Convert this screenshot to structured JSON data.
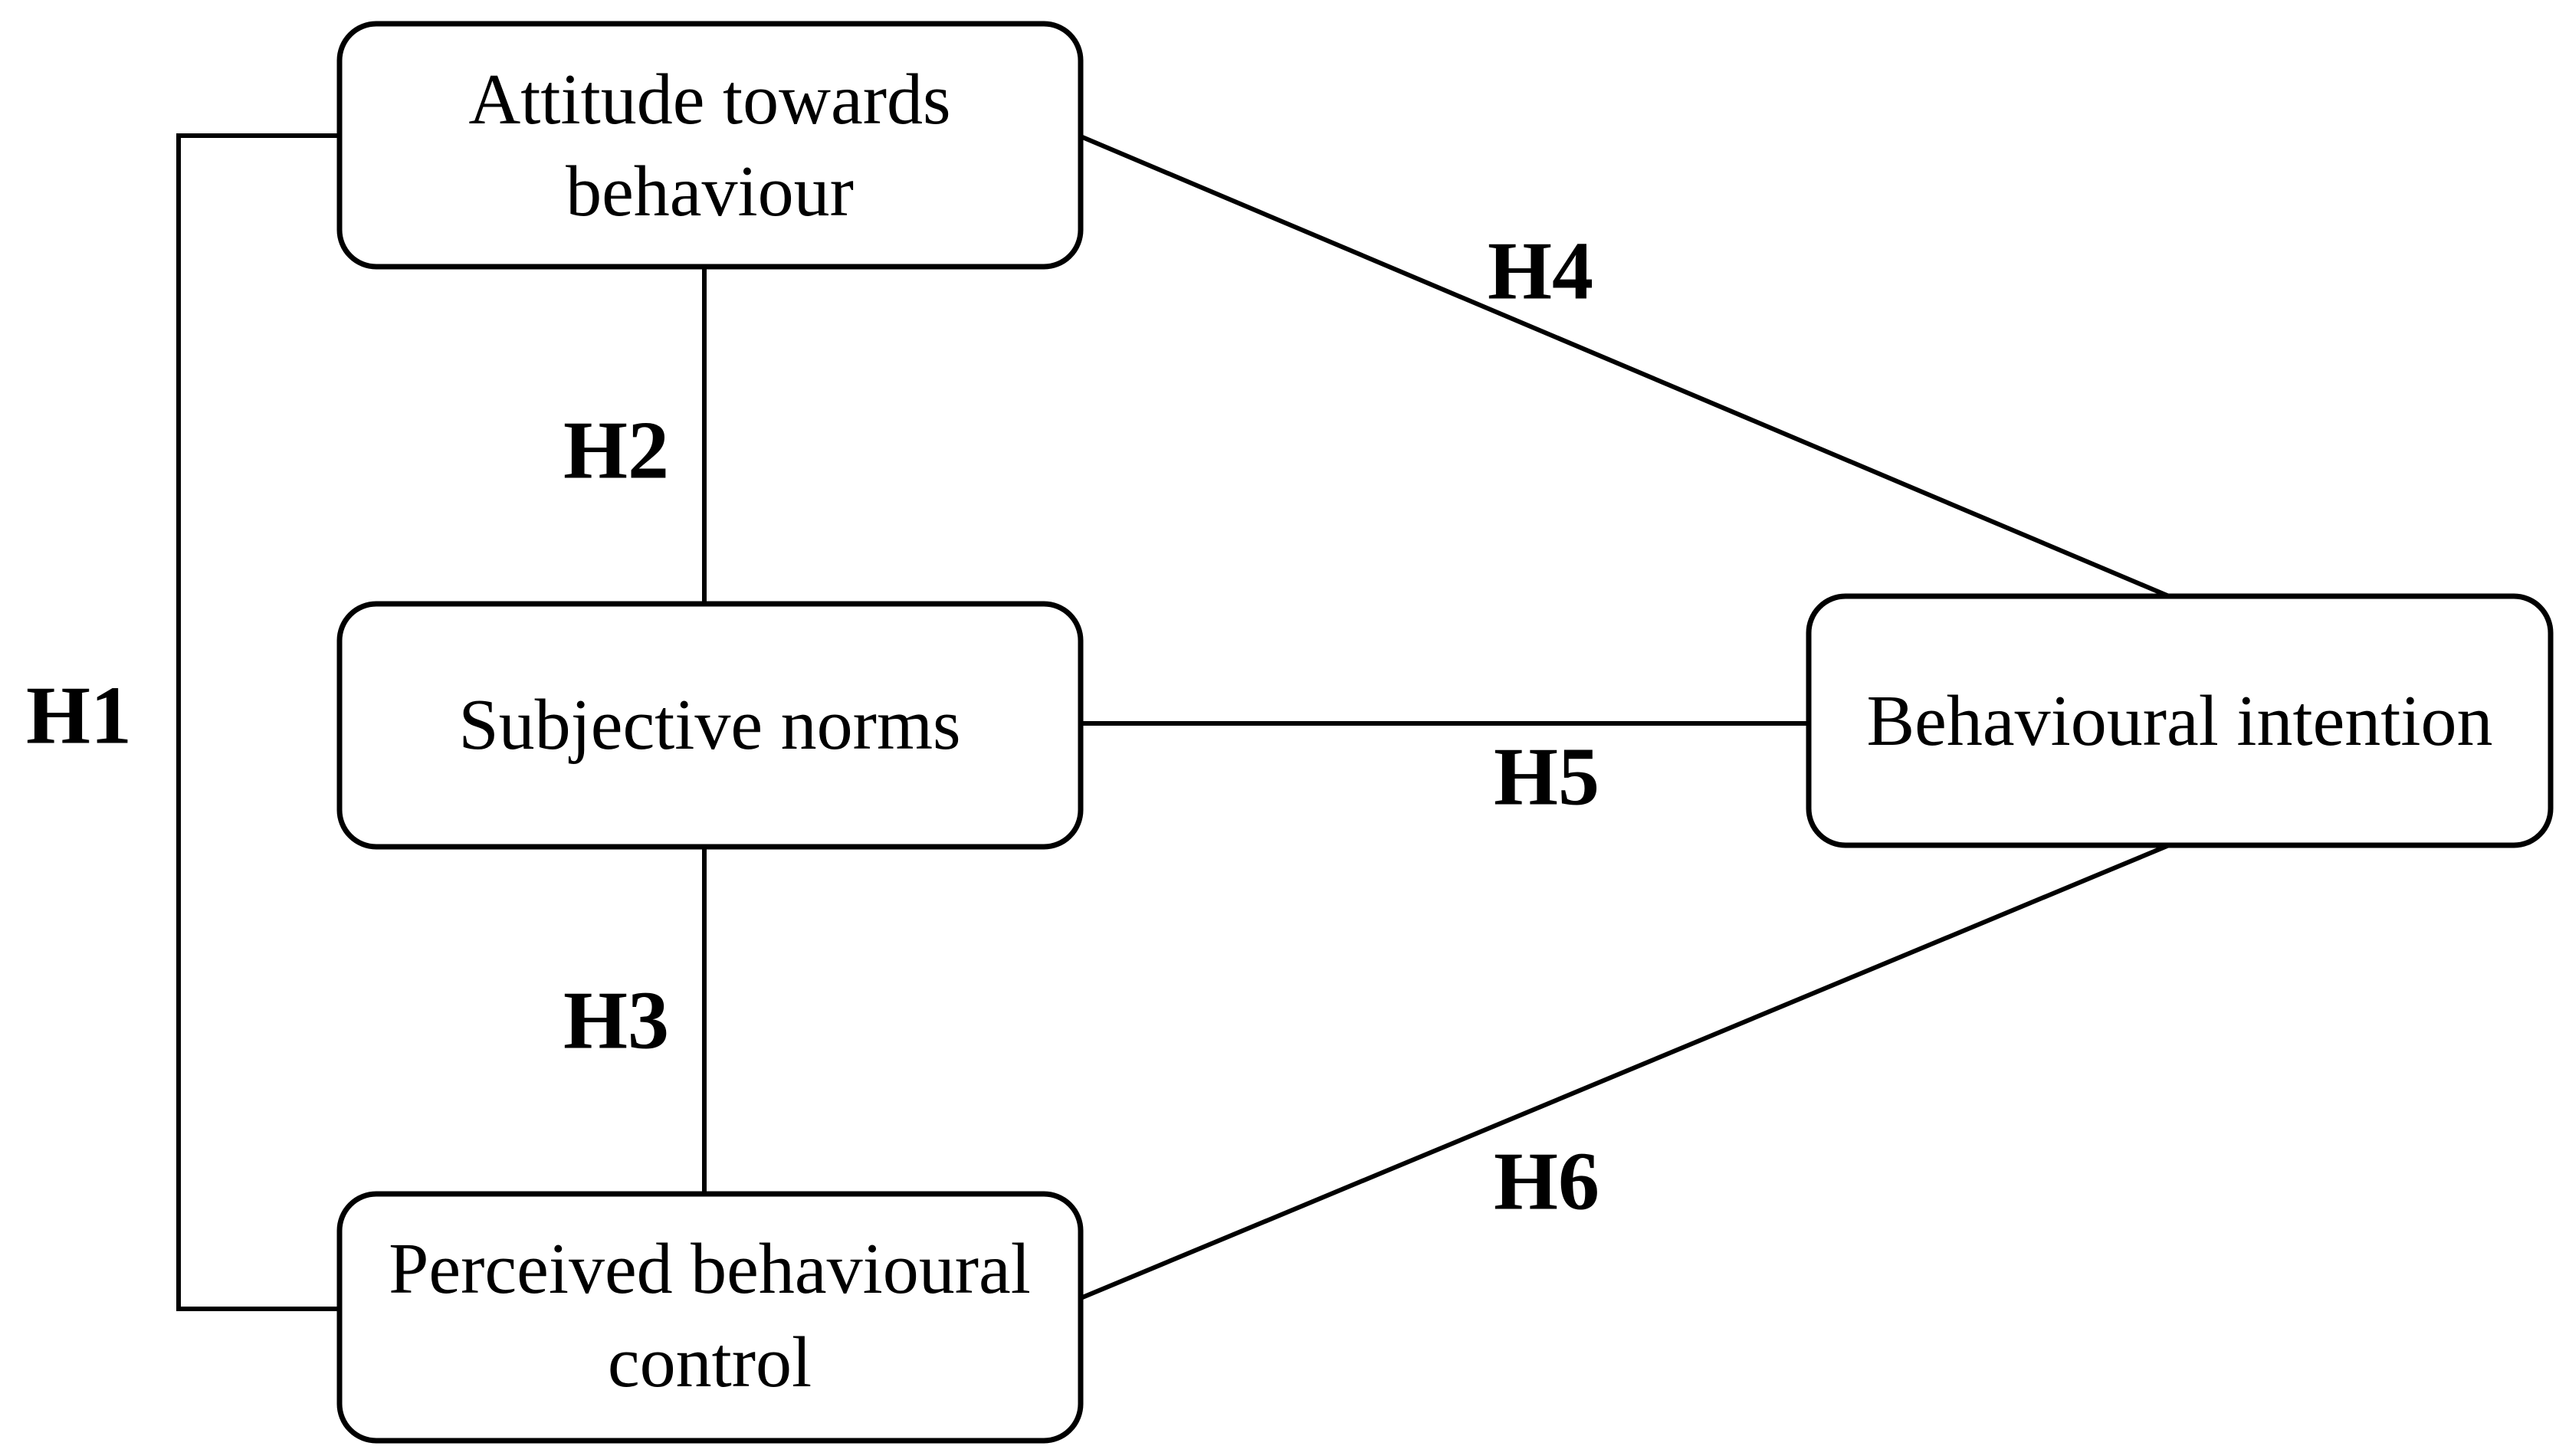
{
  "figure": {
    "type": "theory-of-planned-behaviour-path-model",
    "colors": {
      "background": "#ffffff",
      "box_fill": "#ffffff",
      "line": "#000000",
      "text": "#000000"
    },
    "nodes": {
      "attitude": {
        "line1": "Attitude towards",
        "line2": "behaviour"
      },
      "subjective_norms": {
        "line1": "Subjective norms"
      },
      "perceived_control": {
        "line1": "Perceived behavioural",
        "line2": "control"
      },
      "behavioural_intention": {
        "line1": "Behavioural intention"
      }
    },
    "edges": {
      "h1": {
        "label": "H1",
        "from": "attitude",
        "to": "perceived_control"
      },
      "h2": {
        "label": "H2",
        "from": "attitude",
        "to": "subjective_norms"
      },
      "h3": {
        "label": "H3",
        "from": "subjective_norms",
        "to": "perceived_control"
      },
      "h4": {
        "label": "H4",
        "from": "attitude",
        "to": "behavioural_intention"
      },
      "h5": {
        "label": "H5",
        "from": "subjective_norms",
        "to": "behavioural_intention"
      },
      "h6": {
        "label": "H6",
        "from": "perceived_control",
        "to": "behavioural_intention"
      }
    }
  }
}
